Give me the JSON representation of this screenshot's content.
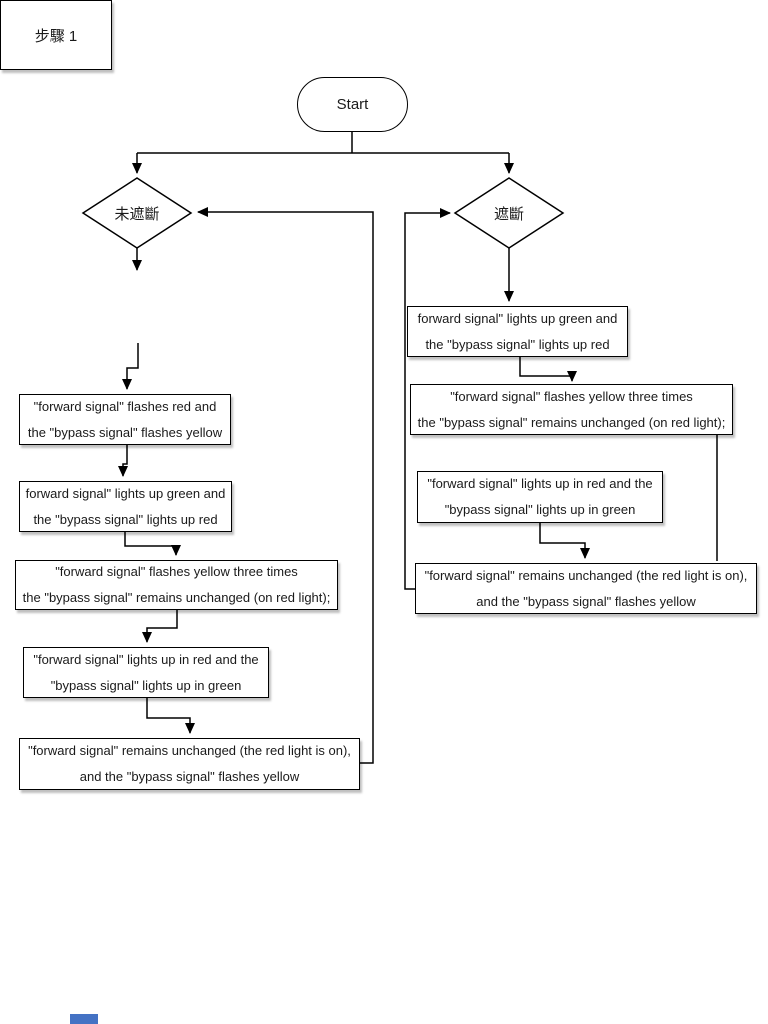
{
  "page": {
    "background": "#ffffff"
  },
  "colors": {
    "stroke": "#000000",
    "node_fill": "#ffffff",
    "text": "#1a1a1a",
    "partial_shape_blue": "#4472c4"
  },
  "flowchart": {
    "start": "Start",
    "left": {
      "condition": "未遮斷",
      "step": "步驟 1",
      "boxes": [
        {
          "line1": "\"forward signal\" flashes red and",
          "line2": "the \"bypass signal\" flashes yellow"
        },
        {
          "line1": "forward signal\" lights up green and",
          "line2": "the \"bypass signal\" lights up red"
        },
        {
          "line1": "\"forward signal\" flashes yellow three times",
          "line2": "the \"bypass signal\" remains unchanged (on red light);"
        },
        {
          "line1": "\"forward signal\" lights up in red and the",
          "line2": "\"bypass signal\" lights up in green"
        },
        {
          "line1": "\"forward signal\" remains unchanged (the red light is on),",
          "line2": "and the \"bypass signal\" flashes yellow"
        }
      ]
    },
    "right": {
      "condition": "遮斷",
      "boxes": [
        {
          "line1": "forward signal\" lights up green and",
          "line2": "the \"bypass signal\" lights up red"
        },
        {
          "line1": "\"forward signal\" flashes yellow three times",
          "line2": "the \"bypass signal\" remains unchanged (on red light);"
        },
        {
          "line1": "\"forward signal\" lights up in red and the",
          "line2": "\"bypass signal\" lights up in green"
        },
        {
          "line1": "\"forward signal\" remains unchanged (the red light is on),",
          "line2": "and the \"bypass signal\" flashes yellow"
        }
      ]
    }
  }
}
